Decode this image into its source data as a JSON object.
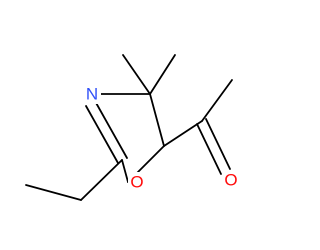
{
  "molecule": {
    "atoms": {
      "nitrogen": {
        "label": "N",
        "color": "#3050f8"
      },
      "ring_oxygen": {
        "label": "O",
        "color": "#ff0d0d"
      },
      "carbonyl_oxygen": {
        "label": "O",
        "color": "#ff0d0d"
      }
    },
    "bond_color": "#000000",
    "background": "#ffffff"
  }
}
